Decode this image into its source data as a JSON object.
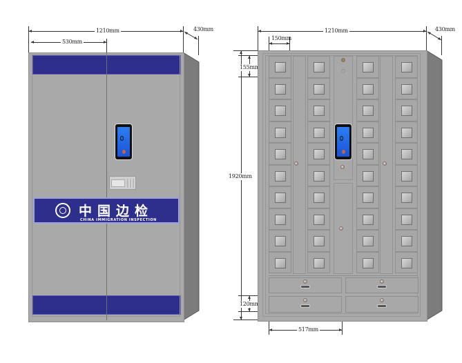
{
  "left_cabinet": {
    "dimensions": {
      "total_width": "1210mm",
      "door_width": "530mm",
      "depth": "430mm"
    },
    "banner": {
      "title": "中国边检",
      "subtitle": "CHINA IMMIGRATION INSPECTION"
    },
    "colors": {
      "body": "#a9a9a9",
      "band": "#2e2f8c",
      "side": "#7c7c7c"
    }
  },
  "right_cabinet": {
    "dimensions": {
      "total_width": "1210mm",
      "depth": "430mm",
      "cell_width": "150mm",
      "cell_height": "155mm",
      "total_height": "1920mm",
      "drawer_height": "120mm",
      "drawer_width": "517mm"
    },
    "locker_columns": 4,
    "locker_rows": 10,
    "drawer_count": 4
  }
}
